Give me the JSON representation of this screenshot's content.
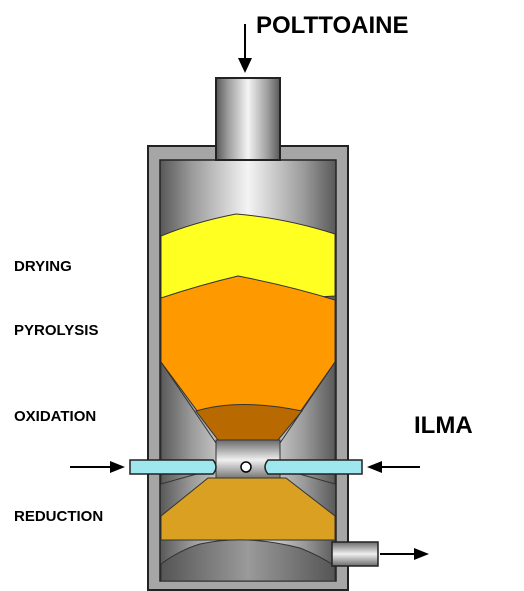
{
  "labels": {
    "fuel_input": "POLTTOAINE",
    "air_input": "ILMA"
  },
  "zones": [
    {
      "name": "DRYING",
      "color": "#FFFF22"
    },
    {
      "name": "PYROLYSIS",
      "color": "#FF9900"
    },
    {
      "name": "OXIDATION",
      "color": "#B86A00"
    },
    {
      "name": "REDUCTION",
      "color": "#D9A021"
    }
  ],
  "colors": {
    "shell": "#A6A6A6",
    "air_pipe": "#9EE7EE",
    "outline": "#222222"
  }
}
